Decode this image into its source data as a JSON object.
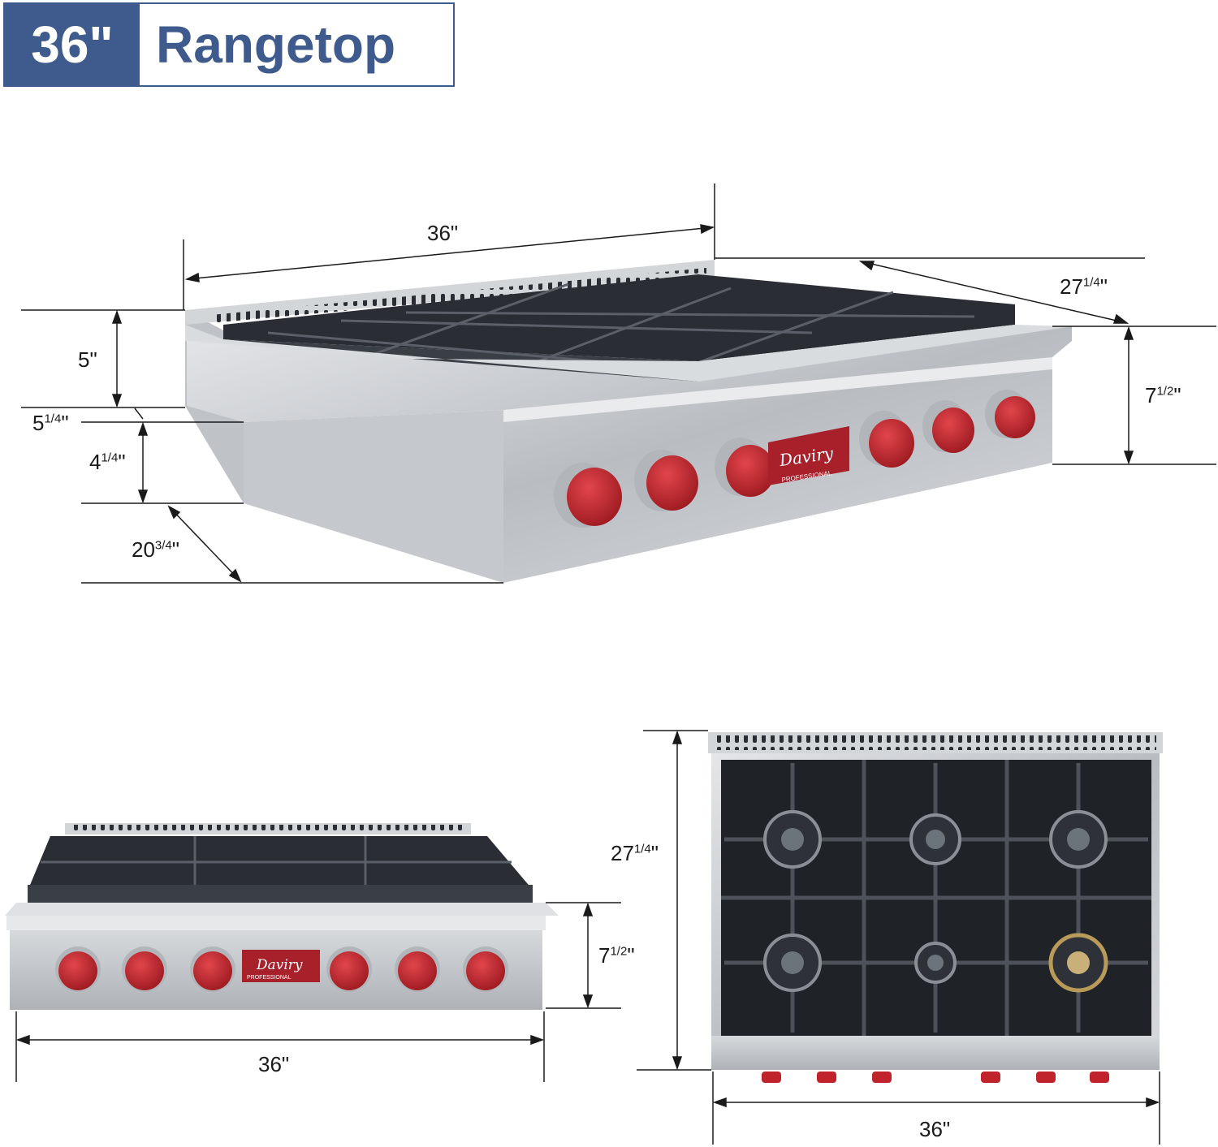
{
  "header": {
    "size": "36\"",
    "product": "Rangetop"
  },
  "top_view": {
    "width": "36\"",
    "depth": "27",
    "depth_frac": "1/4",
    "height": "7",
    "height_frac": "1/2",
    "backguard": "5\"",
    "step": "5",
    "step_frac": "1/4",
    "body_height": "4",
    "body_height_frac": "1/4",
    "body_depth": "20",
    "body_depth_frac": "3/4"
  },
  "front_view": {
    "height": "7",
    "height_frac": "1/2",
    "width": "36\""
  },
  "plan_view": {
    "depth": "27",
    "depth_frac": "1/4",
    "width": "36\""
  },
  "brand": {
    "name": "Daviry",
    "tagline": "PROFESSIONAL"
  },
  "colors": {
    "accent": "#3f5a8c",
    "knob": "#c0232b",
    "steel": "#c9ccd0",
    "grate": "#2a2d33"
  }
}
